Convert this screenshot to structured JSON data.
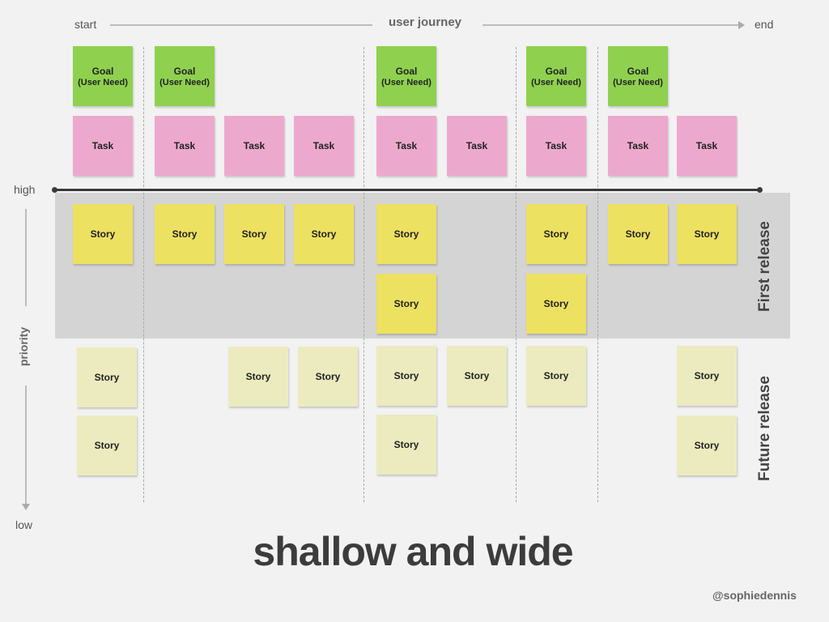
{
  "journey": {
    "start_label": "start",
    "title": "user journey",
    "end_label": "end"
  },
  "priority_axis": {
    "high_label": "high",
    "title": "priority",
    "low_label": "low"
  },
  "releases": {
    "first": "First release",
    "future": "Future release"
  },
  "goal_note": {
    "title": "Goal",
    "subtitle": "(User Need)"
  },
  "task_label": "Task",
  "story_label": "Story",
  "footer": {
    "title": "shallow and wide",
    "credit": "@sophiedennis"
  },
  "colors": {
    "goal": "#8fd14f",
    "task": "#eda9cd",
    "story_first_release": "#ede162",
    "story_future_release": "#ecebbf",
    "first_release_band": "#d4d4d4"
  }
}
